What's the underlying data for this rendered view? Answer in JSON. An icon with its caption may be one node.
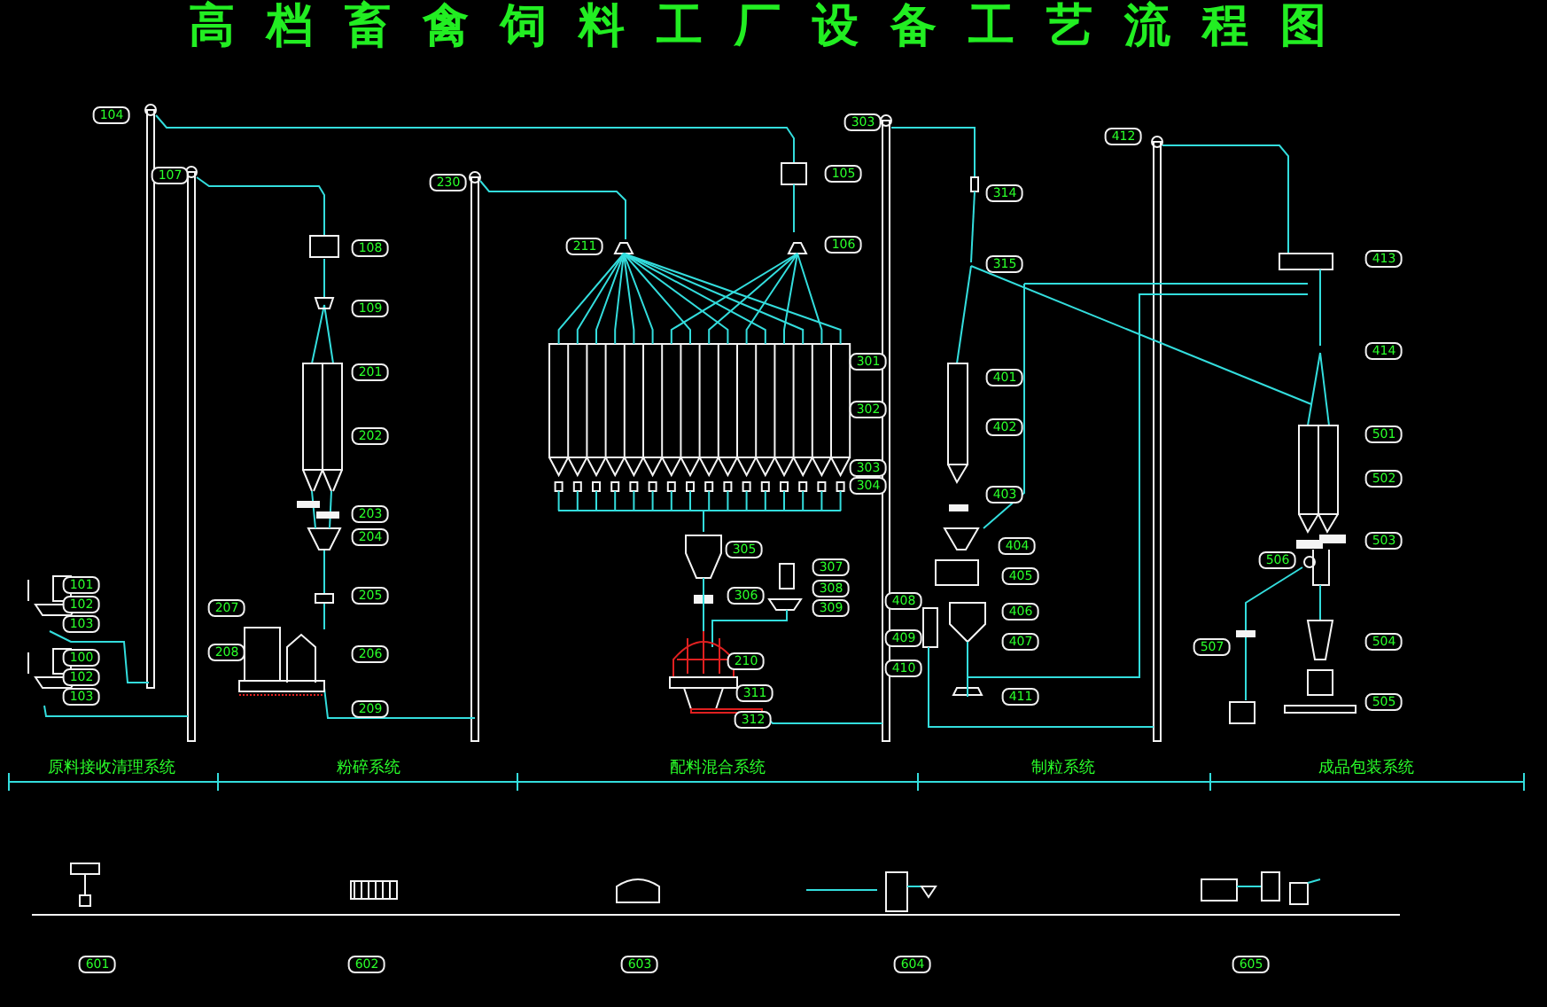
{
  "diagram": {
    "title": "高档畜禽饲料工厂设备工艺流程图",
    "labels": [
      "104",
      "303",
      "412",
      "107",
      "230",
      "105",
      "314",
      "108",
      "211",
      "106",
      "315",
      "413",
      "109",
      "414",
      "201",
      "301",
      "401",
      "302",
      "202",
      "402",
      "501",
      "303",
      "304",
      "403",
      "502",
      "203",
      "101",
      "102",
      "103",
      "100",
      "102",
      "103",
      "207",
      "208",
      "204",
      "205",
      "206",
      "209",
      "305",
      "306",
      "210",
      "312",
      "311",
      "307",
      "308",
      "309",
      "408",
      "409",
      "410",
      "404",
      "405",
      "406",
      "407",
      "411",
      "507",
      "506",
      "503",
      "504",
      "505",
      "原料接收清理系统",
      "粉碎系统",
      "配料混合系统",
      "制粒系统",
      "成品包装系统",
      "601",
      "602",
      "603",
      "604",
      "605"
    ]
  }
}
